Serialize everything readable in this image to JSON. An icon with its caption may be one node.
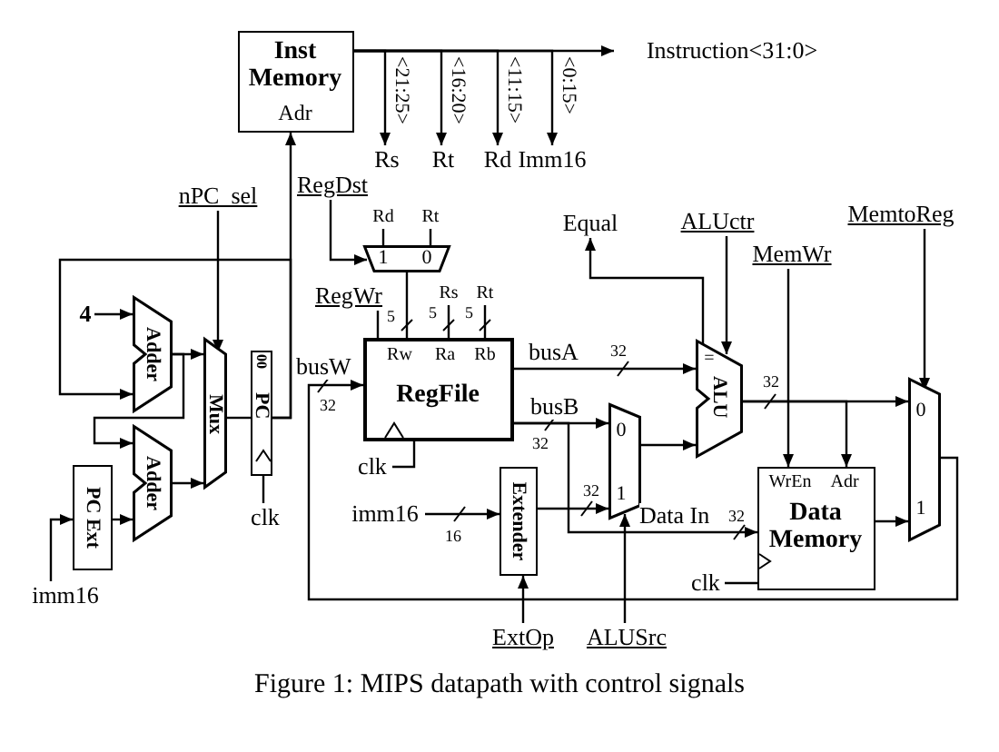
{
  "diagram": {
    "caption": "Figure 1: MIPS datapath with control signals",
    "nodes": [
      {
        "text": [
          "Inst Memory",
          "Adr"
        ]
      },
      {
        "text": [
          "Instruction<31:0>"
        ]
      },
      {
        "text": [
          "Rs"
        ]
      },
      {
        "text": [
          "Rt"
        ]
      },
      {
        "text": [
          "Rd"
        ]
      },
      {
        "text": [
          "Imm16"
        ]
      },
      {
        "text": [
          "nPC_sel"
        ]
      },
      {
        "text": [
          "RegDst"
        ]
      },
      {
        "text": [
          "Rd"
        ]
      },
      {
        "text": [
          "Rt"
        ]
      },
      {
        "text": [
          "1",
          "0"
        ]
      },
      {
        "text": [
          "4"
        ]
      },
      {
        "text": [
          "RegWr"
        ]
      },
      {
        "text": [
          "Rs"
        ]
      },
      {
        "text": [
          "Rt"
        ]
      },
      {
        "text": [
          "Adder"
        ]
      },
      {
        "text": [
          "Mux"
        ]
      },
      {
        "text": [
          "00",
          "PC"
        ]
      },
      {
        "text": [
          "Rw",
          "Ra",
          "Rb",
          "RegFile"
        ]
      },
      {
        "text": [
          "Adder"
        ]
      },
      {
        "text": [
          "PC Ext"
        ]
      },
      {
        "text": [
          "clk"
        ]
      },
      {
        "text": [
          "clk"
        ]
      },
      {
        "text": [
          "imm16"
        ]
      },
      {
        "text": [
          "Extender"
        ]
      },
      {
        "text": [
          "0",
          "1"
        ]
      },
      {
        "text": [
          "Equal"
        ]
      },
      {
        "text": [
          "ALUctr"
        ]
      },
      {
        "text": [
          "=",
          "ALU"
        ]
      },
      {
        "text": [
          "MemWr"
        ]
      },
      {
        "text": [
          "MemtoReg"
        ]
      },
      {
        "text": [
          "WrEn",
          "Adr",
          "Data Memory"
        ]
      },
      {
        "text": [
          "0",
          "1"
        ]
      },
      {
        "text": [
          "clk"
        ]
      },
      {
        "text": [
          "imm16"
        ]
      },
      {
        "text": [
          "ExtOp"
        ]
      },
      {
        "text": [
          "ALUSrc"
        ]
      }
    ],
    "edges": [
      {
        "from": 0,
        "to": 1,
        "arrow": "to"
      },
      {
        "from": 0,
        "to": 2,
        "arrow": "to",
        "label": "<21:25>"
      },
      {
        "from": 0,
        "to": 3,
        "arrow": "to",
        "label": "<16:20>"
      },
      {
        "from": 0,
        "to": 4,
        "arrow": "to",
        "label": "<11:15>"
      },
      {
        "from": 0,
        "to": 5,
        "arrow": "to",
        "label": "<0:15>"
      },
      {
        "from": 17,
        "to": 0,
        "arrow": "to"
      },
      {
        "from": 6,
        "to": 16,
        "arrow": "to"
      },
      {
        "from": 7,
        "to": 10,
        "arrow": "to"
      },
      {
        "from": 8,
        "to": 10,
        "arrow": "none"
      },
      {
        "from": 9,
        "to": 10,
        "arrow": "none"
      },
      {
        "from": 10,
        "to": 18,
        "arrow": "none"
      },
      {
        "from": 12,
        "to": 18,
        "arrow": "none"
      },
      {
        "from": 13,
        "to": 18,
        "arrow": "none"
      },
      {
        "from": 14,
        "to": 18,
        "arrow": "none"
      },
      {
        "from": 11,
        "to": 15,
        "arrow": "to"
      },
      {
        "from": 17,
        "to": 15,
        "arrow": "to"
      },
      {
        "from": 15,
        "to": 19,
        "arrow": "to"
      },
      {
        "from": 15,
        "to": 16,
        "arrow": "to"
      },
      {
        "from": 19,
        "to": 16,
        "arrow": "to"
      },
      {
        "from": 20,
        "to": 19,
        "arrow": "to"
      },
      {
        "from": 34,
        "to": 20,
        "arrow": "to"
      },
      {
        "from": 16,
        "to": 17,
        "arrow": "none"
      },
      {
        "from": 21,
        "to": 17,
        "arrow": "none"
      },
      {
        "from": 22,
        "to": 18,
        "arrow": "none"
      },
      {
        "from": 18,
        "to": 28,
        "arrow": "to",
        "label": "busA"
      },
      {
        "from": 18,
        "to": 25,
        "arrow": "to",
        "label": "busB"
      },
      {
        "from": 18,
        "to": 31,
        "arrow": "to",
        "label": "Data In"
      },
      {
        "from": 23,
        "to": 24,
        "arrow": "to"
      },
      {
        "from": 24,
        "to": 25,
        "arrow": "to"
      },
      {
        "from": 35,
        "to": 24,
        "arrow": "to"
      },
      {
        "from": 36,
        "to": 25,
        "arrow": "to"
      },
      {
        "from": 25,
        "to": 28,
        "arrow": "to"
      },
      {
        "from": 28,
        "to": 26,
        "arrow": "to"
      },
      {
        "from": 27,
        "to": 28,
        "arrow": "to"
      },
      {
        "from": 28,
        "to": 32,
        "arrow": "to"
      },
      {
        "from": 28,
        "to": 31,
        "arrow": "to"
      },
      {
        "from": 29,
        "to": 31,
        "arrow": "to"
      },
      {
        "from": 30,
        "to": 32,
        "arrow": "to"
      },
      {
        "from": 31,
        "to": 32,
        "arrow": "to"
      },
      {
        "from": 32,
        "to": 18,
        "arrow": "to",
        "label": "busW"
      },
      {
        "from": 33,
        "to": 31,
        "arrow": "none"
      }
    ],
    "labels": [
      "5",
      "5",
      "5",
      "32",
      "32",
      "32",
      "32",
      "32",
      "16",
      "32"
    ]
  }
}
